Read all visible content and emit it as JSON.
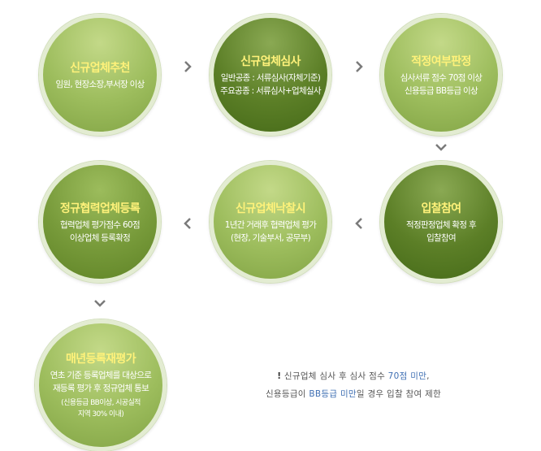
{
  "steps": [
    {
      "title": "신규업체추천",
      "lines": [
        "임원, 현장소장,부서장 이상"
      ]
    },
    {
      "title": "신규업체심사",
      "lines": [
        "일반공종 : 서류심사(자체기준)",
        "주요공종 : 서류심사+업체실사"
      ]
    },
    {
      "title": "적정여부판정",
      "lines": [
        "심사서류 점수 70점 이상",
        "신용등급 BB등급 이상"
      ]
    },
    {
      "title": "입찰참여",
      "lines": [
        "적정판정업체 확정 후",
        "입찰참여"
      ]
    },
    {
      "title": "신규업체낙찰시",
      "lines": [
        "1년간 거래후 협력업체 평가",
        "(현장, 기술부서, 공무부)"
      ]
    },
    {
      "title": "정규협력업체등록",
      "lines": [
        "협력업체 평가점수 60점",
        "이상업체 등록확정"
      ]
    },
    {
      "title": "매년등록재평가",
      "lines": [
        "연초 기준 등록업체를 대상으로",
        "재등록 평가 후 정규업체 통보"
      ],
      "small_lines": [
        "(신용등급 BB이상, 시공실적",
        "지역 30% 이내)"
      ]
    }
  ],
  "note": {
    "bang": "!",
    "line1_pre": " 신규업체 심사 후 심사 점수 ",
    "line1_hl": "70점 미만",
    "line1_post": ",",
    "line2_pre": "신용등급이 ",
    "line2_hl": "BB등급 미만",
    "line2_post": "일 경우 입찰 참여 제한"
  },
  "colors": {
    "title": "#fff27a",
    "arrow": "#7a7a7a",
    "highlight": "#3f6fb3"
  },
  "icons": {
    "arrow_right": "chevron-right-icon",
    "arrow_left": "chevron-left-icon",
    "arrow_down": "chevron-down-icon"
  }
}
